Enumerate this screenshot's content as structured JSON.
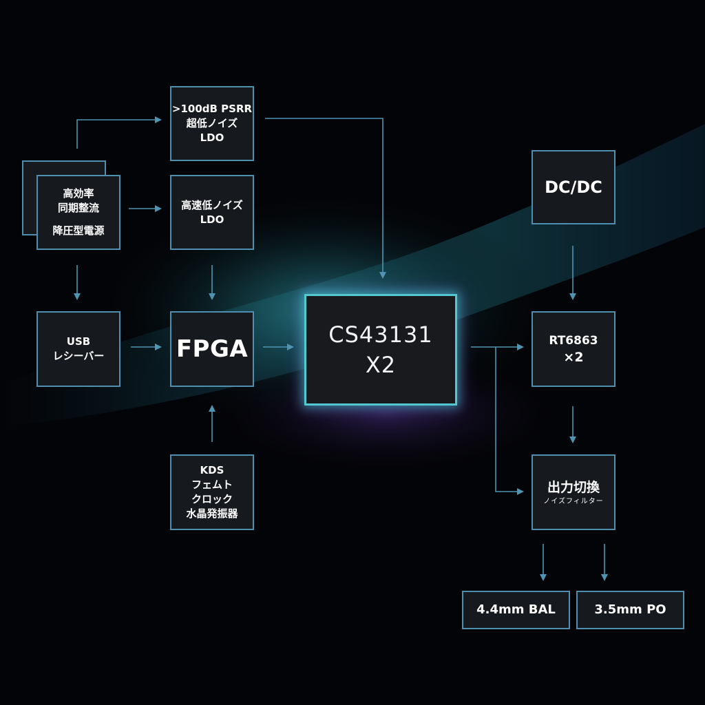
{
  "colors": {
    "box_fill": "#16191d",
    "box_border": "#4f8fb0",
    "chip_border": "#53c9cf",
    "wire": "#4e95b4",
    "glow_teal": "#1f6f78",
    "glow_purple": "#5a3aa0"
  },
  "blocks": {
    "psrr_ldo": {
      "lines": [
        ">100dB PSRR",
        "超低ノイズ",
        "LDO"
      ]
    },
    "buck": {
      "lines": [
        "高効率",
        "同期整流",
        "降圧型電源"
      ]
    },
    "fast_ldo": {
      "lines": [
        "高速低ノイズ",
        "LDO"
      ]
    },
    "usb": {
      "lines": [
        "USB",
        "レシーバー"
      ]
    },
    "fpga": {
      "label": "FPGA"
    },
    "dac": {
      "lines": [
        "CS43131",
        "X2"
      ]
    },
    "kds": {
      "lines": [
        "KDS",
        "フェムト",
        "クロック",
        "水晶発振器"
      ]
    },
    "dcdc": {
      "label": "DC/DC"
    },
    "rt6863": {
      "lines": [
        "RT6863",
        "×2"
      ]
    },
    "output_switch": {
      "title": "出力切換",
      "subtitle": "ノイズフィルター"
    },
    "bal": {
      "label": "4.4mm BAL"
    },
    "po": {
      "label": "3.5mm PO"
    }
  }
}
